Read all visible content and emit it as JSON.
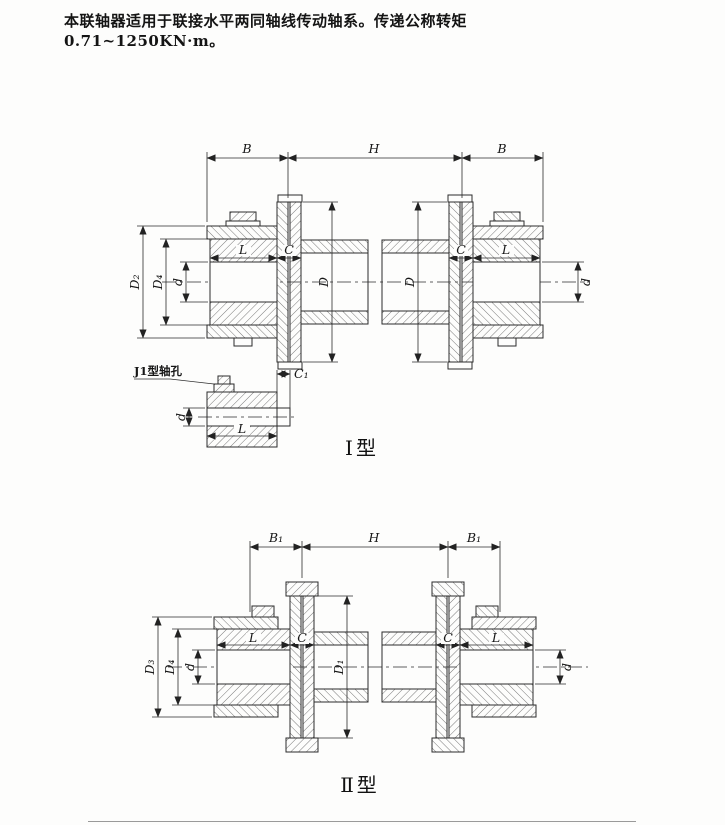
{
  "page": {
    "description": "本联轴器适用于联接水平两同轴线传动轴系。传递公称转矩0.71~1250KN·m。"
  },
  "type1": {
    "caption": "Ⅰ型",
    "detail_label": "J1型轴孔",
    "dims": {
      "b_left": "B",
      "h": "H",
      "b_right": "B",
      "d2": "D₂",
      "d4": "D₄",
      "d_bore_left": "d",
      "l_left": "L",
      "c_left": "C",
      "d_left": "D",
      "d_right": "D",
      "c_right": "C",
      "l_right": "L",
      "d_bore_right": "d",
      "c1": "C₁",
      "detail_l": "L",
      "detail_d": "d"
    }
  },
  "type2": {
    "caption": "Ⅱ型",
    "dims": {
      "b1_left": "B₁",
      "h": "H",
      "b1_right": "B₁",
      "d3": "D₃",
      "d4": "D₄",
      "d_bore_left": "d",
      "l_left": "L",
      "c_left": "C",
      "d1": "D₁",
      "c_right": "C",
      "l_right": "L",
      "d_bore_right": "d"
    }
  }
}
